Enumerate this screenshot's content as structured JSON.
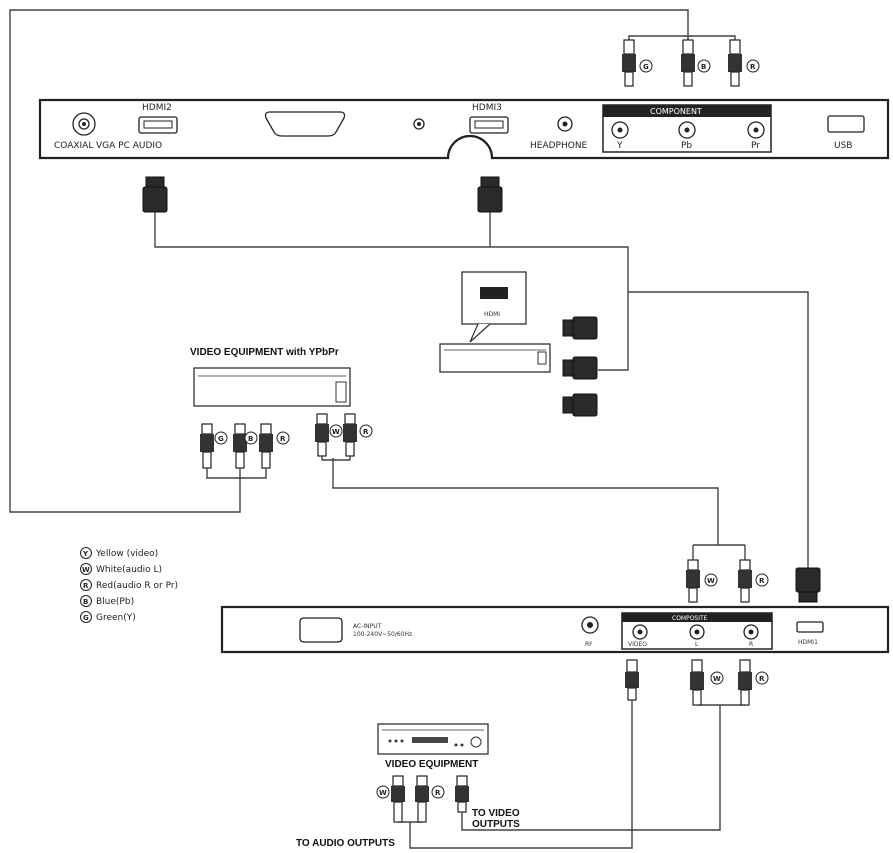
{
  "top_panel": {
    "coaxial": "COAXIAL",
    "vga_pc_audio": "VGA PC AUDIO",
    "hdmi2": "HDMI2",
    "hdmi3": "HDMI3",
    "headphone": "HEADPHONE",
    "component_header": "COMPONENT",
    "y": "Y",
    "pb": "Pb",
    "pr": "Pr",
    "usb": "USB"
  },
  "top_plugs": {
    "g": "G",
    "b": "B",
    "r": "R"
  },
  "hdmi_device": {
    "popup_label": "HDMI"
  },
  "ypbpr_equipment": {
    "title": "VIDEO EQUIPMENT with YPbPr",
    "g": "G",
    "b": "B",
    "r": "R",
    "w": "W",
    "r2": "R"
  },
  "legend": {
    "items": [
      {
        "letter": "Y",
        "text": "Yellow (video)"
      },
      {
        "letter": "W",
        "text": "White(audio L)"
      },
      {
        "letter": "R",
        "text": "Red(audio R or Pr)"
      },
      {
        "letter": "B",
        "text": "Blue(Pb)"
      },
      {
        "letter": "G",
        "text": "Green(Y)"
      }
    ]
  },
  "bottom_panel": {
    "ac_input": "AC-INPUT",
    "ac_spec": "100-240V~50/60Hz",
    "rf": "RF",
    "composite_header": "COMPOSITE",
    "video": "VIDEO",
    "l": "L",
    "r": "R",
    "hdmi1": "HDMI1"
  },
  "bottom_plugs": {
    "w": "W",
    "r": "R",
    "w2": "W",
    "r2": "R"
  },
  "video_equipment": {
    "title": "VIDEO EQUIPMENT",
    "w": "W",
    "r": "R",
    "to_audio": "TO AUDIO OUTPUTS",
    "to_video_1": "TO VIDEO",
    "to_video_2": "OUTPUTS"
  }
}
